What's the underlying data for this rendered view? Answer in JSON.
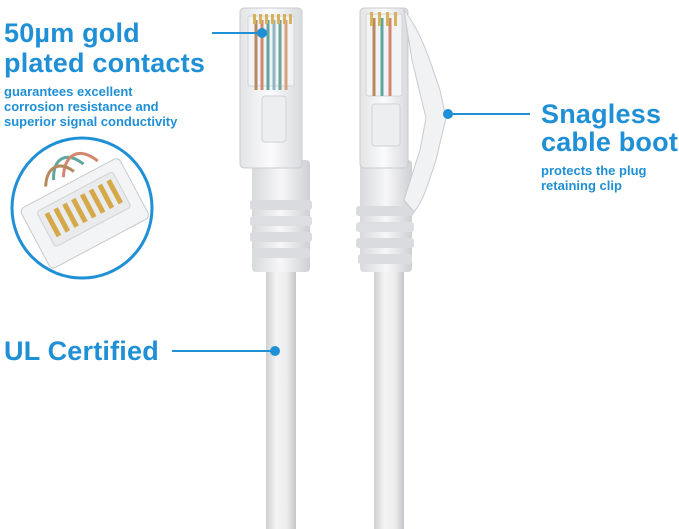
{
  "accent_color": "#1f8fd6",
  "callouts": {
    "contacts": {
      "title_line1": "50µm gold",
      "title_line2": "plated contacts",
      "desc_line1": "guarantees excellent",
      "desc_line2": "corrosion resistance and",
      "desc_line3": "superior signal conductivity"
    },
    "boot": {
      "title_line1": "Snagless",
      "title_line2": "cable boot",
      "desc_line1": "protects the plug",
      "desc_line2": "retaining clip"
    },
    "certified": {
      "title": "UL Certified"
    }
  },
  "images": {
    "left_plug": "rj45-plug-front-view",
    "right_plug": "rj45-plug-side-view-with-snagless-boot",
    "zoom_inset": "gold-contacts-closeup-icon"
  }
}
